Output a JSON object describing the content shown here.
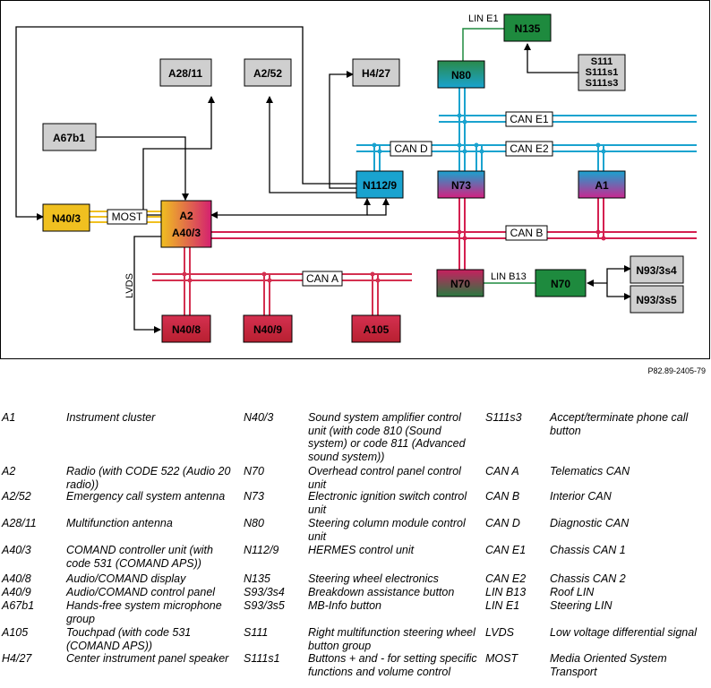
{
  "figure_id": "P82.89-2405-79",
  "nodes": {
    "n135": "N135",
    "s111_group": [
      "S111",
      "S111s1",
      "S111s3"
    ],
    "a28_11": "A28/11",
    "a2_52": "A2/52",
    "h4_27": "H4/27",
    "n80": "N80",
    "a67b1": "A67b1",
    "n112_9": "N112/9",
    "n73": "N73",
    "a1": "A1",
    "n40_3": "N40/3",
    "a2_a40_3": [
      "A2",
      "A40/3"
    ],
    "n70_left": "N70",
    "n70_right": "N70",
    "n93_3s4": "N93/3s4",
    "n93_3s5": "N93/3s5",
    "n40_8": "N40/8",
    "n40_9": "N40/9",
    "a105": "A105"
  },
  "bus_labels": {
    "lin_e1": "LIN E1",
    "can_e1": "CAN E1",
    "can_d": "CAN D",
    "can_e2": "CAN E2",
    "most": "MOST",
    "can_b": "CAN B",
    "lvds": "LVDS",
    "can_a": "CAN A",
    "lin_b13": "LIN B13"
  },
  "colors": {
    "can_blue": "#1aa3cf",
    "can_red": "#d42050",
    "lin_green": "#1e8a3e",
    "most_yellow": "#f0c020",
    "box_grey": "#cfcfcf",
    "n135_green": "#1e8a3e",
    "n112_blue": "#1aa3cf",
    "a105_red": "#c8283c"
  },
  "legend": [
    [
      {
        "code": "A1",
        "desc": "Instrument cluster"
      },
      {
        "code": "A2",
        "desc": "Radio (with CODE 522 (Audio 20 radio))"
      },
      {
        "code": "A2/52",
        "desc": "Emergency call system antenna"
      },
      {
        "code": "A28/11",
        "desc": "Multifunction antenna"
      },
      {
        "code": "A40/3",
        "desc": "COMAND controller unit (with code 531 (COMAND APS))"
      },
      {
        "code": "A40/8",
        "desc": "Audio/COMAND display"
      },
      {
        "code": "A40/9",
        "desc": "Audio/COMAND control panel"
      },
      {
        "code": "A67b1",
        "desc": "Hands-free system microphone group"
      },
      {
        "code": "A105",
        "desc": "Touchpad (with code 531 (COMAND APS))"
      },
      {
        "code": "H4/27",
        "desc": "Center instrument panel speaker"
      }
    ],
    [
      {
        "code": "N40/3",
        "desc": "Sound system amplifier control unit (with code 810 (Sound system) or code 811 (Advanced sound system))"
      },
      {
        "code": "N70",
        "desc": "Overhead control panel control unit"
      },
      {
        "code": "N73",
        "desc": "Electronic ignition switch control unit"
      },
      {
        "code": "N80",
        "desc": "Steering column module control unit"
      },
      {
        "code": "N112/9",
        "desc": "HERMES control unit"
      },
      {
        "code": "N135",
        "desc": "Steering wheel electronics"
      },
      {
        "code": "S93/3s4",
        "desc": "Breakdown assistance button"
      },
      {
        "code": "S93/3s5",
        "desc": "MB-Info button"
      },
      {
        "code": "S111",
        "desc": "Right multifunction steering wheel button group"
      },
      {
        "code": "S111s1",
        "desc": "Buttons + and - for setting specific functions and volume control"
      }
    ],
    [
      {
        "code": "S111s3",
        "desc": "Accept/terminate phone call button"
      },
      {
        "code": "CAN A",
        "desc": "Telematics CAN"
      },
      {
        "code": "CAN B",
        "desc": "Interior CAN"
      },
      {
        "code": "CAN D",
        "desc": "Diagnostic CAN"
      },
      {
        "code": "CAN E1",
        "desc": "Chassis CAN 1"
      },
      {
        "code": "CAN E2",
        "desc": "Chassis CAN 2"
      },
      {
        "code": "LIN B13",
        "desc": "Roof LIN"
      },
      {
        "code": "LIN E1",
        "desc": "Steering LIN"
      },
      {
        "code": "LVDS",
        "desc": "Low voltage differential signal"
      },
      {
        "code": "MOST",
        "desc": "Media Oriented System Transport"
      }
    ]
  ]
}
